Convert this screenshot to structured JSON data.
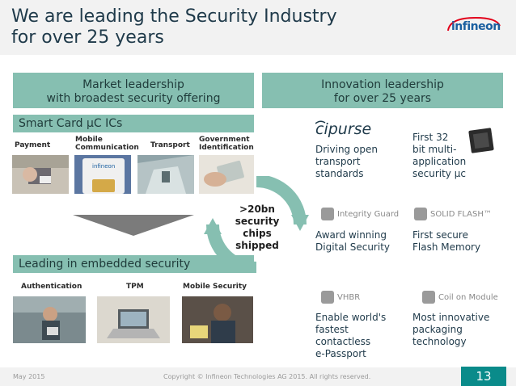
{
  "slide": {
    "title": "We are leading the Security Industry\nfor over 25 years",
    "brand": "infineon",
    "page_number": "13",
    "footer_date": "May 2015",
    "footer_copyright": "Copyright © Infineon Technologies AG 2015. All rights reserved."
  },
  "left": {
    "banner": "Market leadership\nwith broadest security offering",
    "smartcard_bar": "Smart Card µC ICs",
    "categories_top": [
      "Payment",
      "Mobile\nCommunication",
      "Transport",
      "Government\nIdentification"
    ],
    "embedded_bar": "Leading in embedded security",
    "categories_bottom": [
      "Authentication",
      "TPM",
      "Mobile Security"
    ]
  },
  "center": {
    "chips_label": ">20bn\nsecurity\nchips\nshipped"
  },
  "right": {
    "banner": "Innovation leadership\nfor over 25 years",
    "items": [
      {
        "logo": "cipurse",
        "text": "Driving open\ntransport\nstandards"
      },
      {
        "logo": "",
        "text": "First 32\nbit multi-\napplication\nsecurity µc"
      },
      {
        "logo": "Integrity Guard",
        "text": "Award winning\nDigital Security"
      },
      {
        "logo": "SOLID FLASH™",
        "text": "First secure\nFlash Memory"
      },
      {
        "logo": "VHBR",
        "text": "Enable world's\nfastest\ncontactless\ne-Passport"
      },
      {
        "logo": "Coil on Module",
        "text": "Most innovative\npackaging\ntechnology"
      }
    ]
  },
  "colors": {
    "accent": "#86bfb1",
    "page_number_bg": "#0a8b8a",
    "title": "#1f3a4a",
    "brand": "#1a5fa0"
  }
}
